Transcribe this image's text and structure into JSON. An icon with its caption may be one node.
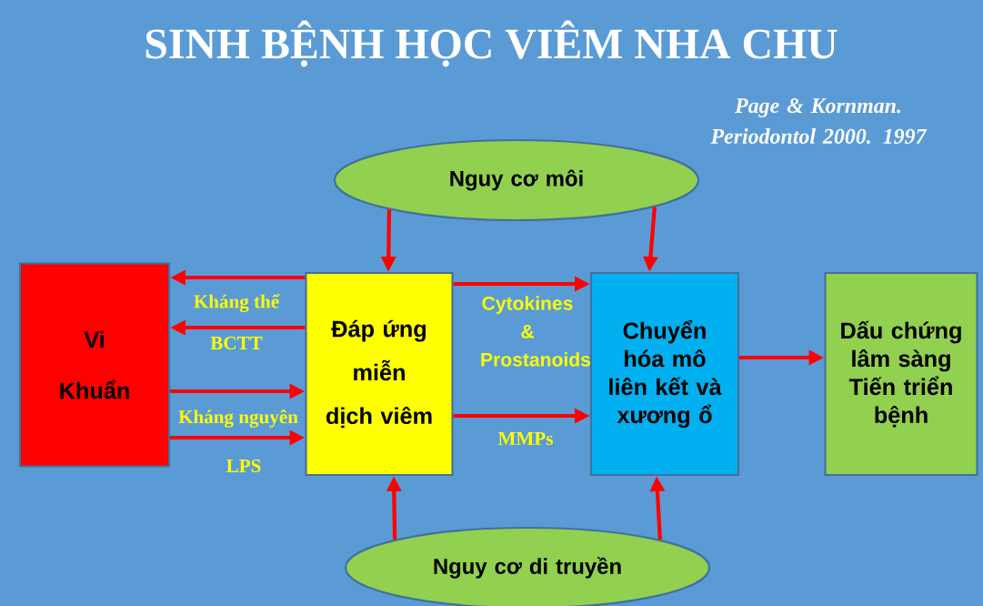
{
  "diagram": {
    "title": "SINH BỆNH HỌC VIÊM NHA CHU",
    "nodes": [
      {
        "text": [
          "Nguy cơ môi"
        ]
      },
      {
        "text": [
          "Vi Khuẩn"
        ]
      },
      {
        "text": [
          "Đáp ứng miễn dịch viêm"
        ]
      },
      {
        "text": [
          "Chuyển hóa mô liên kết và xương ổ"
        ]
      },
      {
        "text": [
          "Dấu chứng lâm sàng Tiến triển bệnh"
        ]
      },
      {
        "text": [
          "Nguy cơ di truyền"
        ]
      }
    ],
    "edges": [
      {
        "from": 0,
        "to": 2,
        "arrow": "to"
      },
      {
        "from": 0,
        "to": 3,
        "arrow": "to"
      },
      {
        "from": 2,
        "to": 1,
        "arrow": "to",
        "label": "Kháng thể"
      },
      {
        "from": 2,
        "to": 1,
        "arrow": "to",
        "label": "BCTT"
      },
      {
        "from": 1,
        "to": 2,
        "arrow": "to",
        "label": "Kháng nguyên"
      },
      {
        "from": 1,
        "to": 2,
        "arrow": "to",
        "label": "LPS"
      },
      {
        "from": 2,
        "to": 3,
        "arrow": "to",
        "label": "Cytokines & Prostanoids"
      },
      {
        "from": 2,
        "to": 3,
        "arrow": "to",
        "label": "MMPs"
      },
      {
        "from": 3,
        "to": 4,
        "arrow": "to"
      },
      {
        "from": 5,
        "to": 2,
        "arrow": "to"
      },
      {
        "from": 5,
        "to": 3,
        "arrow": "to"
      }
    ],
    "labels": [
      "Page & Kornman. Periodontol 2000. 1997"
    ]
  }
}
